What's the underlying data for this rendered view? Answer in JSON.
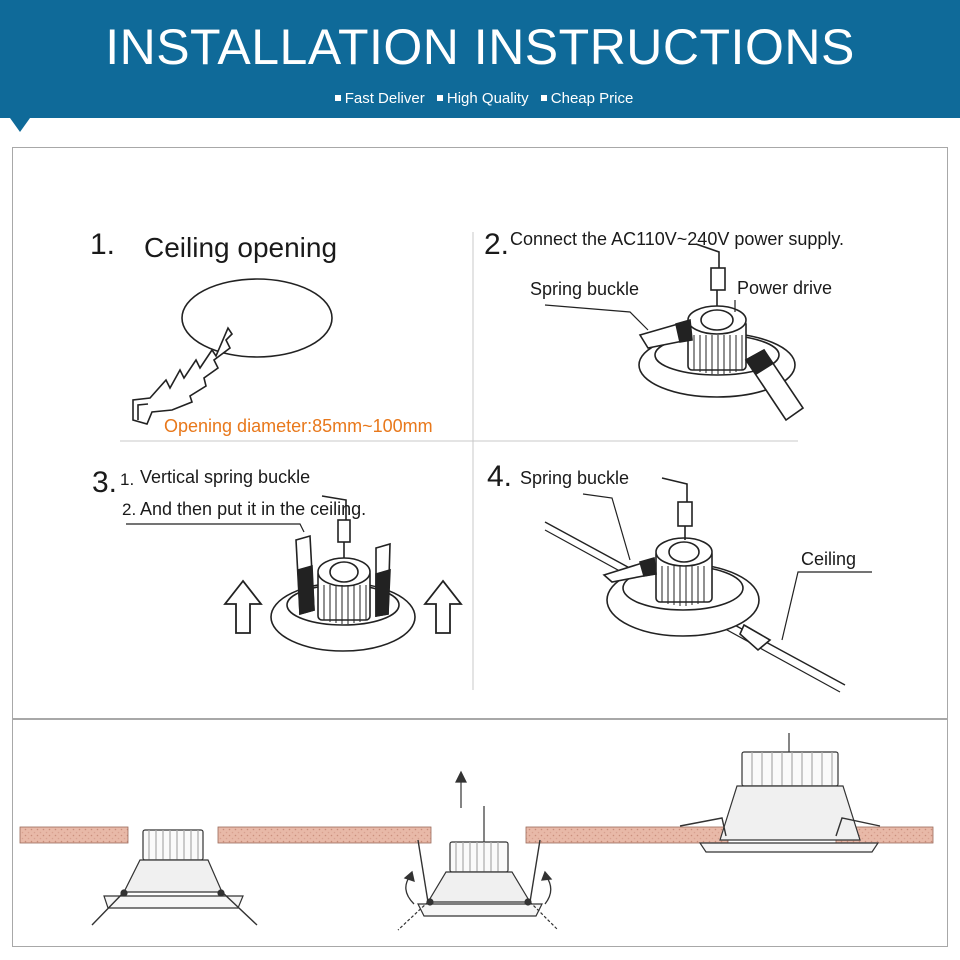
{
  "header": {
    "title": "INSTALLATION INSTRUCTIONS",
    "features": [
      "Fast Deliver",
      "High Quality",
      "Cheap Price"
    ]
  },
  "steps": {
    "step1": {
      "number": "1.",
      "title": "Ceiling opening",
      "note": "Opening diameter:85mm~100mm"
    },
    "step2": {
      "number": "2.",
      "title": "Connect the AC110V~240V power supply.",
      "label_spring": "Spring buckle",
      "label_power": "Power drive"
    },
    "step3": {
      "number": "3.",
      "sub1_num": "1.",
      "sub1": "Vertical spring buckle",
      "sub2_num": "2.",
      "sub2": "And then put it in the ceiling."
    },
    "step4": {
      "number": "4.",
      "label_spring": "Spring buckle",
      "label_ceiling": "Ceiling"
    }
  },
  "colors": {
    "header_bg": "#0f6a99",
    "note_text": "#e8781b",
    "ceiling_fill": "#e8b9a8"
  },
  "icons": [
    "saw-icon",
    "arrow-up-icon",
    "rotate-arrow-icon"
  ]
}
